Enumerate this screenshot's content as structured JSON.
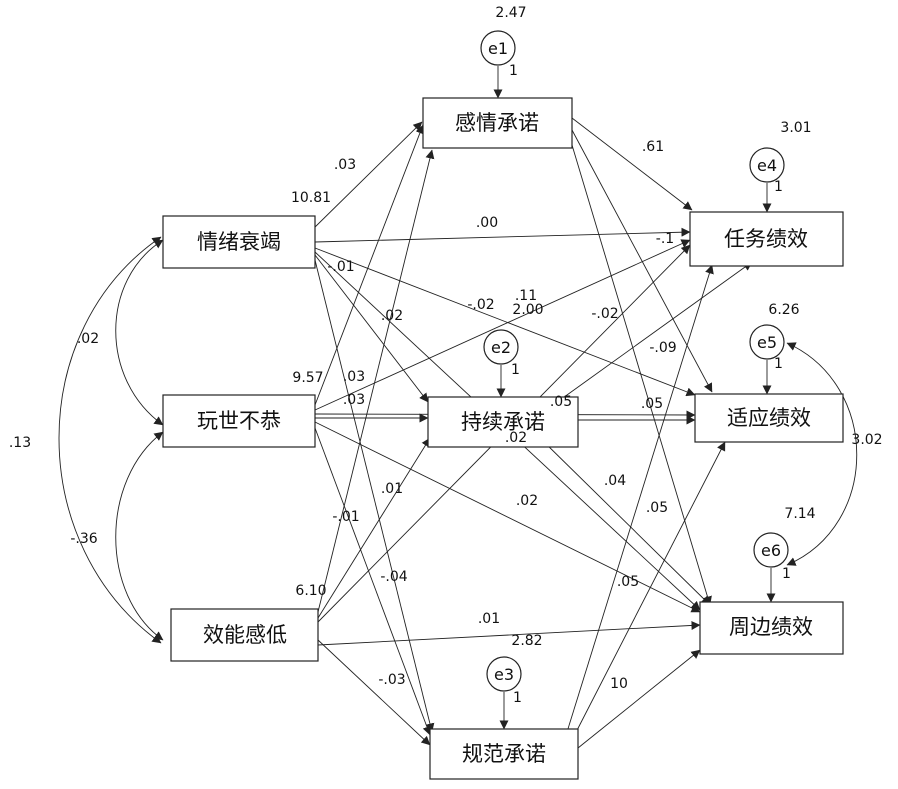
{
  "variables": [
    {
      "id": "ganqing",
      "label": "感情承诺",
      "variance": ""
    },
    {
      "id": "chixu",
      "label": "持续承诺",
      "variance": "2.00"
    },
    {
      "id": "guifan",
      "label": "规范承诺",
      "variance": ""
    },
    {
      "id": "qingxu",
      "label": "情绪衰竭",
      "variance": "10.81"
    },
    {
      "id": "wanshi",
      "label": "玩世不恭",
      "variance": "9.57"
    },
    {
      "id": "xiaoneng",
      "label": "效能感低",
      "variance": "6.10"
    },
    {
      "id": "renwu",
      "label": "任务绩效",
      "variance": ""
    },
    {
      "id": "shiying",
      "label": "适应绩效",
      "variance": ""
    },
    {
      "id": "zhoubian",
      "label": "周边绩效",
      "variance": "2.82"
    }
  ],
  "errors": [
    {
      "id": "e1",
      "label": "e1",
      "variance": "2.47",
      "weight": "1"
    },
    {
      "id": "e2",
      "label": "e2",
      "variance": "",
      "weight": "1"
    },
    {
      "id": "e3",
      "label": "e3",
      "variance": "",
      "weight": "1"
    },
    {
      "id": "e4",
      "label": "e4",
      "variance": "3.01",
      "weight": "1"
    },
    {
      "id": "e5",
      "label": "e5",
      "variance": "6.26",
      "weight": "1"
    },
    {
      "id": "e6",
      "label": "e6",
      "variance": "7.14",
      "weight": "1"
    }
  ],
  "coefficients": [
    ".03",
    ".00",
    "-.01",
    ".02",
    "-.02",
    ".11",
    "-.1",
    ".03",
    ".03",
    ".02",
    ".05",
    ".01",
    "-.01",
    "-.04",
    ".02",
    ".61",
    "-.02",
    "-.09",
    ".05",
    ".04",
    ".05",
    ".05",
    ".01",
    "-.03",
    "10",
    ".02",
    ".13",
    "-.36",
    "3.02"
  ]
}
